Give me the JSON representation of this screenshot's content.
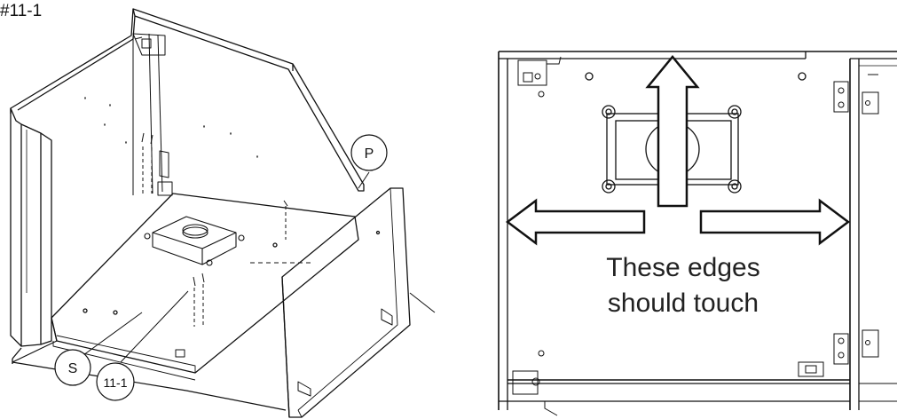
{
  "step_label": "#11-1",
  "callouts": {
    "panel_p": "P",
    "part_s": "S",
    "screw": "11-1"
  },
  "note": {
    "line1": "These edges",
    "line2": "should touch"
  }
}
